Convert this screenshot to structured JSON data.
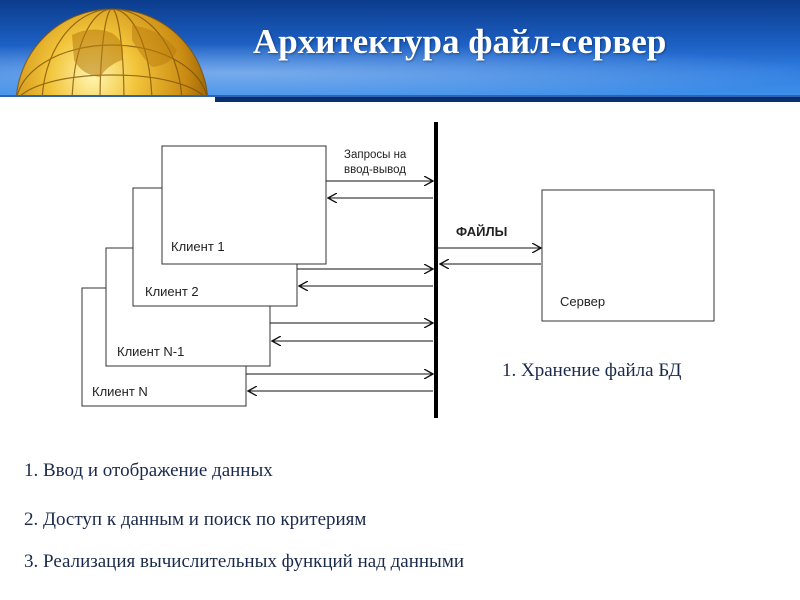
{
  "slide": {
    "title": "Архитектура файл-сервер"
  },
  "diagram": {
    "requests_label_line1": "Запросы на",
    "requests_label_line2": "ввод-вывод",
    "files_label": "ФАЙЛЫ",
    "server_label": "Сервер",
    "clients": [
      "Клиент 1",
      "Клиент 2",
      "Клиент N-1",
      "Клиент N"
    ]
  },
  "server_note": "1. Хранение файла БД",
  "client_functions": [
    "1. Ввод и отображение данных",
    "2. Доступ к данным и поиск по критериям",
    "3. Реализация вычислительных функций над данными"
  ]
}
